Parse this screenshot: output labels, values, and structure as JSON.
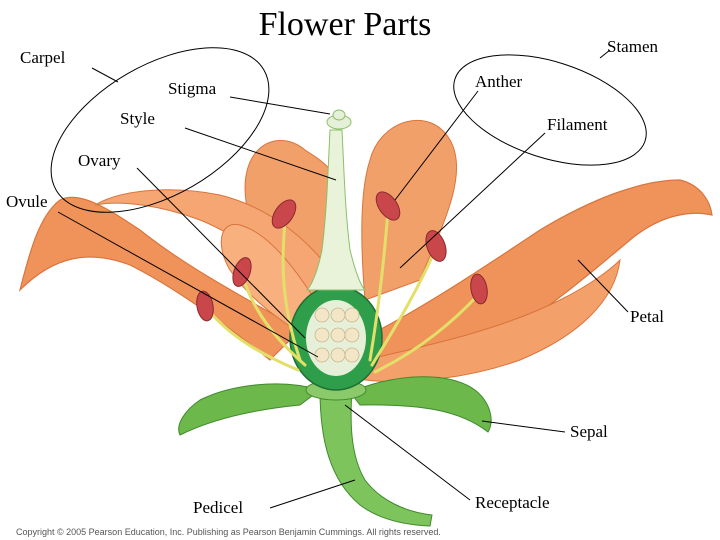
{
  "title": "Flower Parts",
  "labels": {
    "carpel": "Carpel",
    "stigma": "Stigma",
    "style": "Style",
    "ovary": "Ovary",
    "ovule": "Ovule",
    "stamen": "Stamen",
    "anther": "Anther",
    "filament": "Filament",
    "petal": "Petal",
    "sepal": "Sepal",
    "pedicel": "Pedicel",
    "receptacle": "Receptacle"
  },
  "copyright": "Copyright © 2005 Pearson Education, Inc. Publishing as Pearson Benjamin Cummings. All rights reserved.",
  "colors": {
    "petal": "#f0935a",
    "petal_dark": "#d9743c",
    "sepal": "#6db84a",
    "stem": "#7ec45c",
    "ovary_green": "#2e9e4a",
    "ovule": "#f3e6c6",
    "anther": "#c9464a",
    "filament": "#e3e06a"
  }
}
